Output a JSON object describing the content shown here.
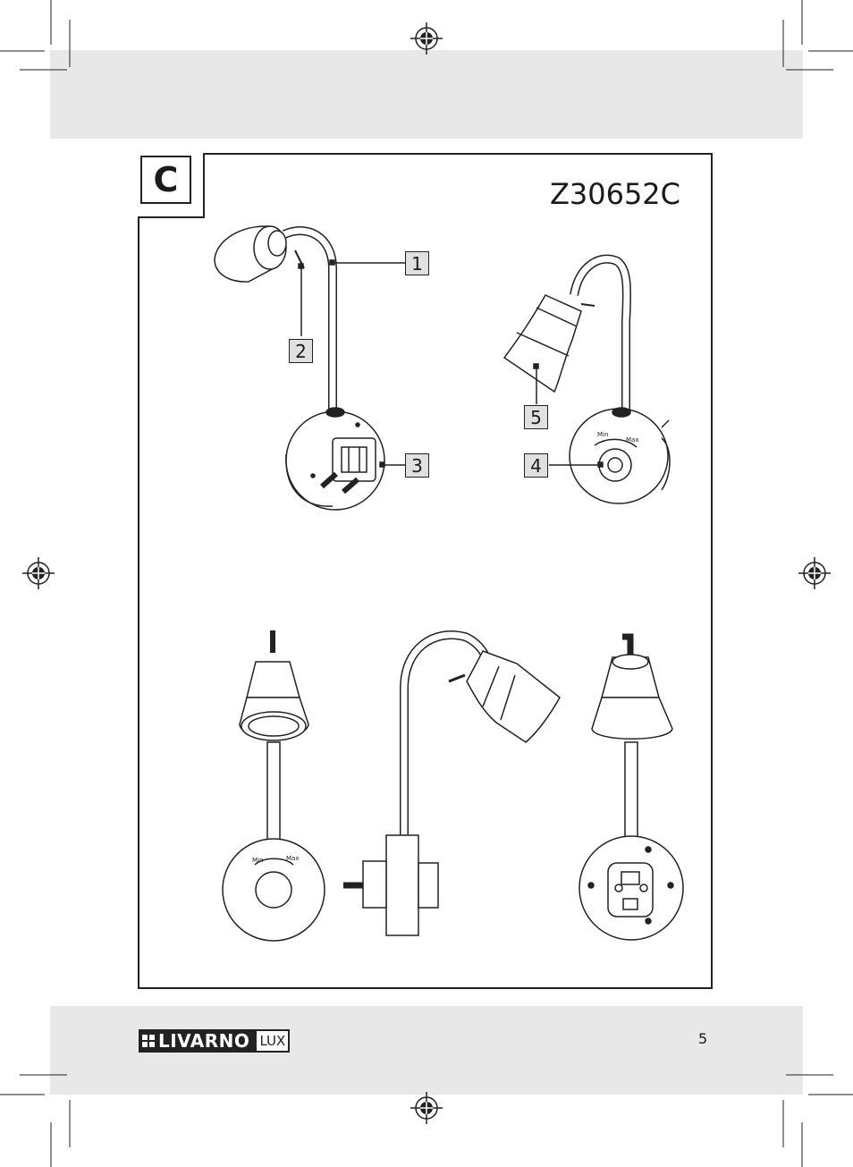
{
  "section": {
    "letter": "C"
  },
  "model": {
    "code": "Z30652C"
  },
  "callouts": [
    {
      "label": "1"
    },
    {
      "label": "2"
    },
    {
      "label": "3"
    },
    {
      "label": "4"
    },
    {
      "label": "5"
    }
  ],
  "dial": {
    "min": "Min",
    "max": "Max"
  },
  "brand": {
    "name": "LIVARNO",
    "sub": "LUX"
  },
  "page": {
    "number": "5"
  },
  "colors": {
    "band": "#e8e8e8",
    "line": "#222222",
    "callout_fill": "#e0e0e0"
  }
}
